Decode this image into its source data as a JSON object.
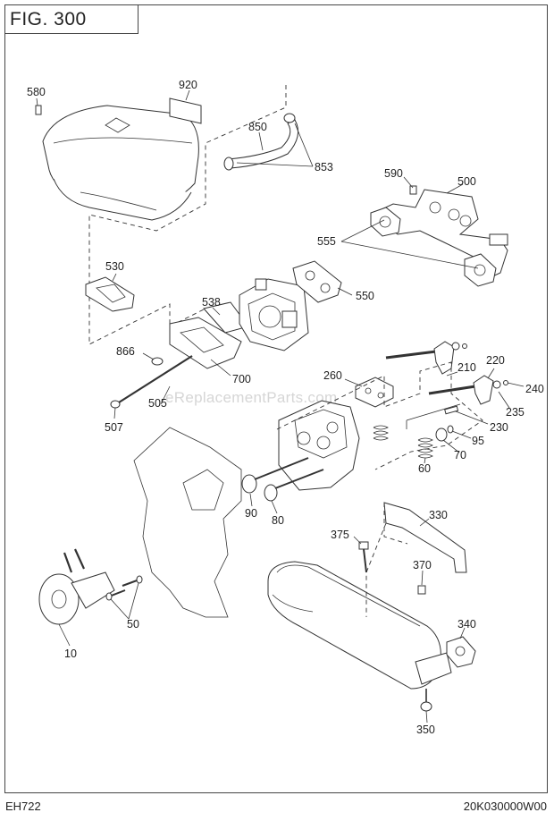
{
  "figure": {
    "title": "FIG. 300"
  },
  "watermark": "eReplacementParts.com",
  "footer": {
    "model": "EH722",
    "code": "20K030000W00"
  },
  "callouts": {
    "c580": "580",
    "c920": "920",
    "c850": "850",
    "c853": "853",
    "c590": "590",
    "c500": "500",
    "c555": "555",
    "c530": "530",
    "c538": "538",
    "c550": "550",
    "c866": "866",
    "c700": "700",
    "c505": "505",
    "c507": "507",
    "c260": "260",
    "c210": "210",
    "c220": "220",
    "c240": "240",
    "c235": "235",
    "c230": "230",
    "c95": "95",
    "c70": "70",
    "c60": "60",
    "c90": "90",
    "c80": "80",
    "c330": "330",
    "c375": "375",
    "c370": "370",
    "c340": "340",
    "c350": "350",
    "c50": "50",
    "c10": "10"
  }
}
